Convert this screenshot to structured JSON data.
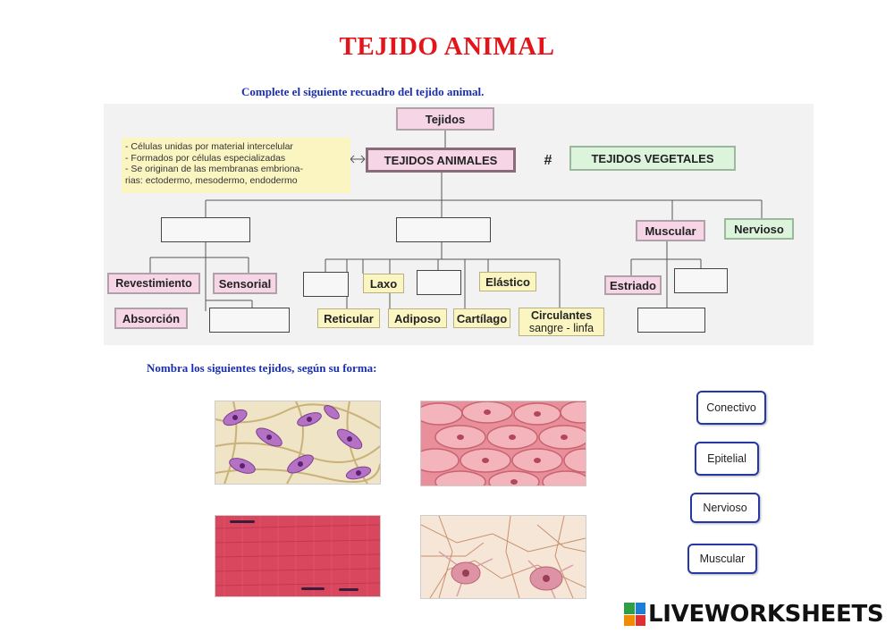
{
  "title": "TEJIDO ANIMAL",
  "instruction_top": "Complete el siguiente recuadro del tejido animal.",
  "instruction_bottom": "Nombra los siguientes tejidos, según su forma:",
  "diagram": {
    "root": "Tejidos",
    "animal": "TEJIDOS ANIMALES",
    "hash": "#",
    "vegetal": "TEJIDOS VEGETALES",
    "note": [
      "- Células unidas por material intercelular",
      "- Formados por células especializadas",
      "- Se originan de las membranas embriona-",
      "  rias: ectodermo, mesodermo, endodermo"
    ],
    "muscular": "Muscular",
    "nervioso": "Nervioso",
    "revestimiento": "Revestimiento",
    "sensorial": "Sensorial",
    "absorcion": "Absorción",
    "laxo": "Laxo",
    "elastico": "Elástico",
    "reticular": "Reticular",
    "adiposo": "Adiposo",
    "cartilago": "Cartílago",
    "circulantes": "Circulantes",
    "circulantes_sub": "sangre - linfa",
    "estriado": "Estriado"
  },
  "answers": [
    "Conectivo",
    "Epitelial",
    "Nervioso",
    "Muscular"
  ],
  "brand": "LIVEWORKSHEETS",
  "colors": {
    "title": "#e3151a",
    "instruction": "#1a2fb0",
    "answer_border": "#2637a8"
  }
}
